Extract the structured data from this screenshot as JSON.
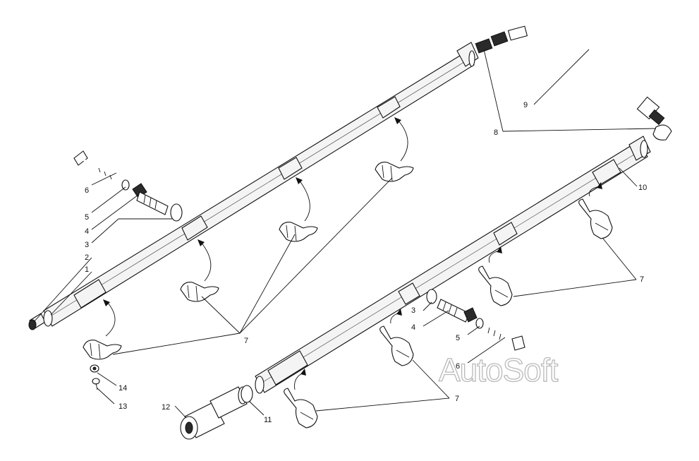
{
  "diagram": {
    "watermark": "AutoSoft",
    "callouts": [
      {
        "id": "c1",
        "text": "1"
      },
      {
        "id": "c2",
        "text": "2"
      },
      {
        "id": "c3a",
        "text": "3"
      },
      {
        "id": "c4a",
        "text": "4"
      },
      {
        "id": "c5a",
        "text": "5"
      },
      {
        "id": "c6a",
        "text": "6"
      },
      {
        "id": "c7a",
        "text": "7"
      },
      {
        "id": "c8",
        "text": "8"
      },
      {
        "id": "c9",
        "text": "9"
      },
      {
        "id": "c10",
        "text": "10"
      },
      {
        "id": "c7b",
        "text": "7"
      },
      {
        "id": "c3b",
        "text": "3"
      },
      {
        "id": "c4b",
        "text": "4"
      },
      {
        "id": "c5b",
        "text": "5"
      },
      {
        "id": "c6b",
        "text": "6"
      },
      {
        "id": "c7c",
        "text": "7"
      },
      {
        "id": "c11",
        "text": "11"
      },
      {
        "id": "c12",
        "text": "12"
      },
      {
        "id": "c13",
        "text": "13"
      },
      {
        "id": "c14",
        "text": "14"
      }
    ]
  }
}
